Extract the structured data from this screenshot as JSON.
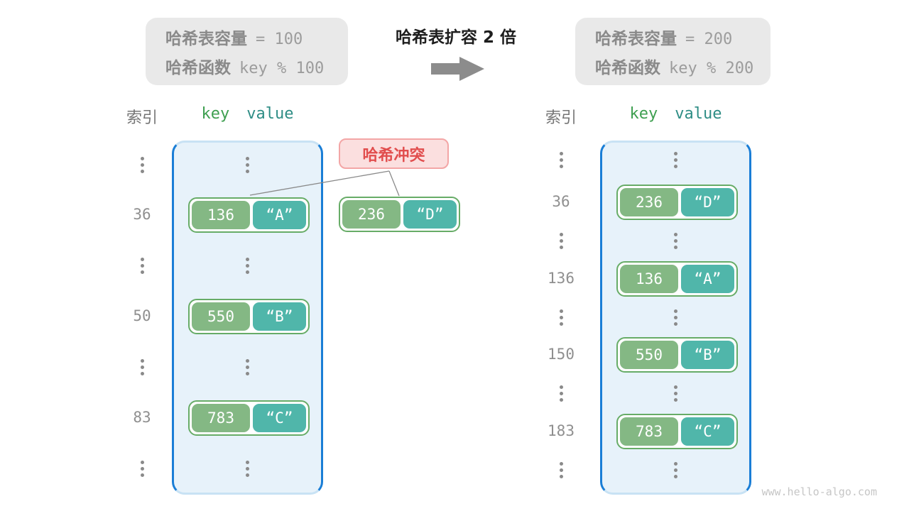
{
  "info_left": {
    "capacity_label": "哈希表容量",
    "capacity_value": "= 100",
    "function_label": "哈希函数",
    "function_value": "key % 100"
  },
  "info_right": {
    "capacity_label": "哈希表容量",
    "capacity_value": "= 200",
    "function_label": "哈希函数",
    "function_value": "key % 200"
  },
  "transition": {
    "title": "哈希表扩容 2 倍"
  },
  "collision": {
    "label": "哈希冲突",
    "pair": {
      "key": "236",
      "value": "“D”"
    }
  },
  "left_table": {
    "header": {
      "index": "索引",
      "key": "key",
      "value": "value"
    },
    "rows": [
      {
        "type": "dots"
      },
      {
        "type": "entry",
        "index": "36",
        "key": "136",
        "value": "“A”"
      },
      {
        "type": "dots"
      },
      {
        "type": "entry",
        "index": "50",
        "key": "550",
        "value": "“B”"
      },
      {
        "type": "dots"
      },
      {
        "type": "entry",
        "index": "83",
        "key": "783",
        "value": "“C”"
      },
      {
        "type": "dots"
      }
    ]
  },
  "right_table": {
    "header": {
      "index": "索引",
      "key": "key",
      "value": "value"
    },
    "rows": [
      {
        "type": "dots"
      },
      {
        "type": "entry",
        "index": "36",
        "key": "236",
        "value": "“D”"
      },
      {
        "type": "dots"
      },
      {
        "type": "entry",
        "index": "136",
        "key": "136",
        "value": "“A”"
      },
      {
        "type": "dots"
      },
      {
        "type": "entry",
        "index": "150",
        "key": "550",
        "value": "“B”"
      },
      {
        "type": "dots"
      },
      {
        "type": "entry",
        "index": "183",
        "key": "783",
        "value": "“C”"
      },
      {
        "type": "dots"
      }
    ]
  },
  "watermark": "www.hello-algo.com",
  "colors": {
    "key_box": "#84B884",
    "value_box": "#50B6AA",
    "pair_border": "#67AC67",
    "table_bg": "#E7F2FA",
    "table_border": "#1A7ED6",
    "collision_bg": "#FBDFDF",
    "collision_text": "#E14D4D",
    "info_bg": "#E9E9E9",
    "arrow": "#8C8C8C"
  }
}
